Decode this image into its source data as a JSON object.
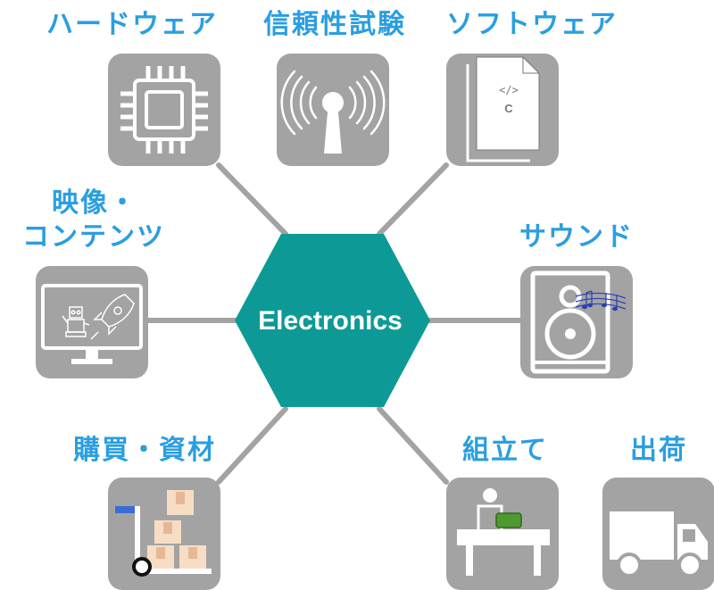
{
  "center": {
    "label": "Electronics",
    "color": "#0d9a96"
  },
  "colors": {
    "label": "#2a9ee0",
    "tile": "#a3a3a3",
    "connector": "#a3a3a3",
    "icon": "#ffffff"
  },
  "nodes": {
    "hardware": {
      "label": "ハードウェア",
      "icon": "microchip-icon"
    },
    "reliability": {
      "label": "信頼性試験",
      "icon": "antenna-icon"
    },
    "software": {
      "label": "ソフトウェア",
      "icon": "code-document-icon",
      "doc_code": "</>",
      "doc_letter": "C"
    },
    "video": {
      "label_line1": "映像・",
      "label_line2": "コンテンツ",
      "icon": "monitor-icon"
    },
    "sound": {
      "label": "サウンド",
      "icon": "speaker-icon"
    },
    "procurement": {
      "label": "購買・資材",
      "icon": "hand-truck-icon"
    },
    "assembly": {
      "label": "組立て",
      "icon": "workbench-icon"
    },
    "shipping": {
      "label": "出荷",
      "icon": "truck-icon"
    }
  }
}
